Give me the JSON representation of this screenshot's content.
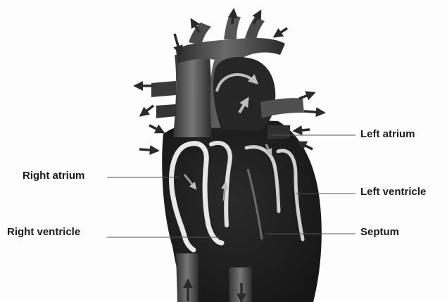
{
  "diagram": {
    "labels": {
      "left_atrium": "Left atrium",
      "right_atrium": "Right atrium",
      "left_ventricle": "Left ventricle",
      "right_ventricle": "Right ventricle",
      "septum": "Septum"
    },
    "colors": {
      "background": "#fdfdfd",
      "heart_body": "#1c1c1c",
      "vessel_highlight": "#5a5a5a",
      "flow_channel": "#e8e8e8",
      "arrow": "#2a2a2a",
      "leader_line": "#555555"
    }
  }
}
